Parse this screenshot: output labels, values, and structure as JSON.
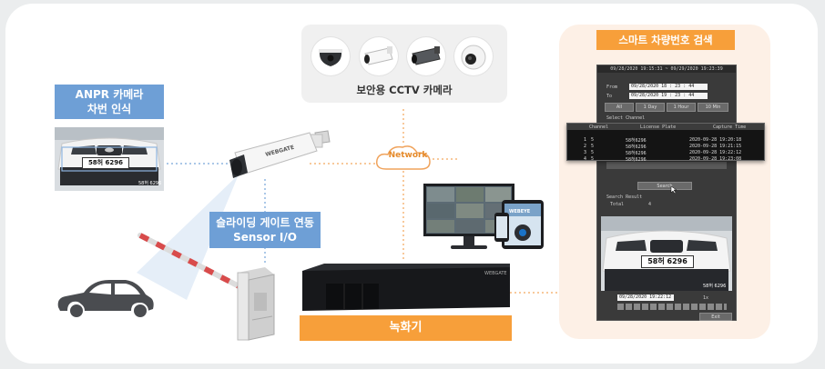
{
  "anpr": {
    "line1": "ANPR 카메라",
    "line2": "차번 인식",
    "plate": "58허 6296",
    "plate_tag": "58허 6296"
  },
  "cctv": {
    "title": "보안용 CCTV 카메라"
  },
  "network": {
    "label": "Network"
  },
  "gate": {
    "line1": "슬라이딩 게이트 연동",
    "line2": "Sensor I/O"
  },
  "recorder": {
    "label": "녹화기",
    "brand": "WEBGATE"
  },
  "camera": {
    "brand": "WEBGATE"
  },
  "tablet": {
    "brand": "WEBEYE"
  },
  "search": {
    "title": "스마트 차량번호 검색",
    "range": "09/28/2020  19:15:31 ~ 09/29/2020  19:23:39",
    "from_label": "From",
    "from_value": "09/28/2020  18 : 23 : 44",
    "to_label": "To",
    "to_value": "09/28/2020  19 : 23 : 44",
    "quick_buttons": [
      "All",
      "1 Day",
      "1 Hour",
      "10 Min"
    ],
    "select_channel": "Select Channel",
    "table_headers": [
      "Channel",
      "License Plate",
      "Capture Time"
    ],
    "rows": [
      {
        "n": "1",
        "ch": "5",
        "plate": "58허6296",
        "time": "2020-09-28 19:20:18"
      },
      {
        "n": "2",
        "ch": "5",
        "plate": "58허6296",
        "time": "2020-09-28 19:21:15"
      },
      {
        "n": "3",
        "ch": "5",
        "plate": "58허6296",
        "time": "2020-09-28 19:22:12"
      },
      {
        "n": "4",
        "ch": "5",
        "plate": "58허6296",
        "time": "2020-09-28 19:23:08"
      }
    ],
    "search_button": "Search",
    "result_label": "Search Result",
    "total_label": "Total",
    "total_value": "4",
    "preview_plate": "58허 6296",
    "preview_tag": "58허 6296",
    "playback_time": "09/28/2020  19:22:12",
    "speed": "1x",
    "exit_button": "Exit",
    "colors": {
      "panel": "#fdf0e6",
      "accent": "#f79f3a"
    }
  },
  "colors": {
    "blue_label": "#6e9fd6",
    "orange": "#f79f3a",
    "dotted_blue": "#8fb6e0",
    "dotted_orange": "#f5b77a"
  },
  "icons": [
    "car-icon",
    "cloud-icon",
    "cursor-icon"
  ]
}
